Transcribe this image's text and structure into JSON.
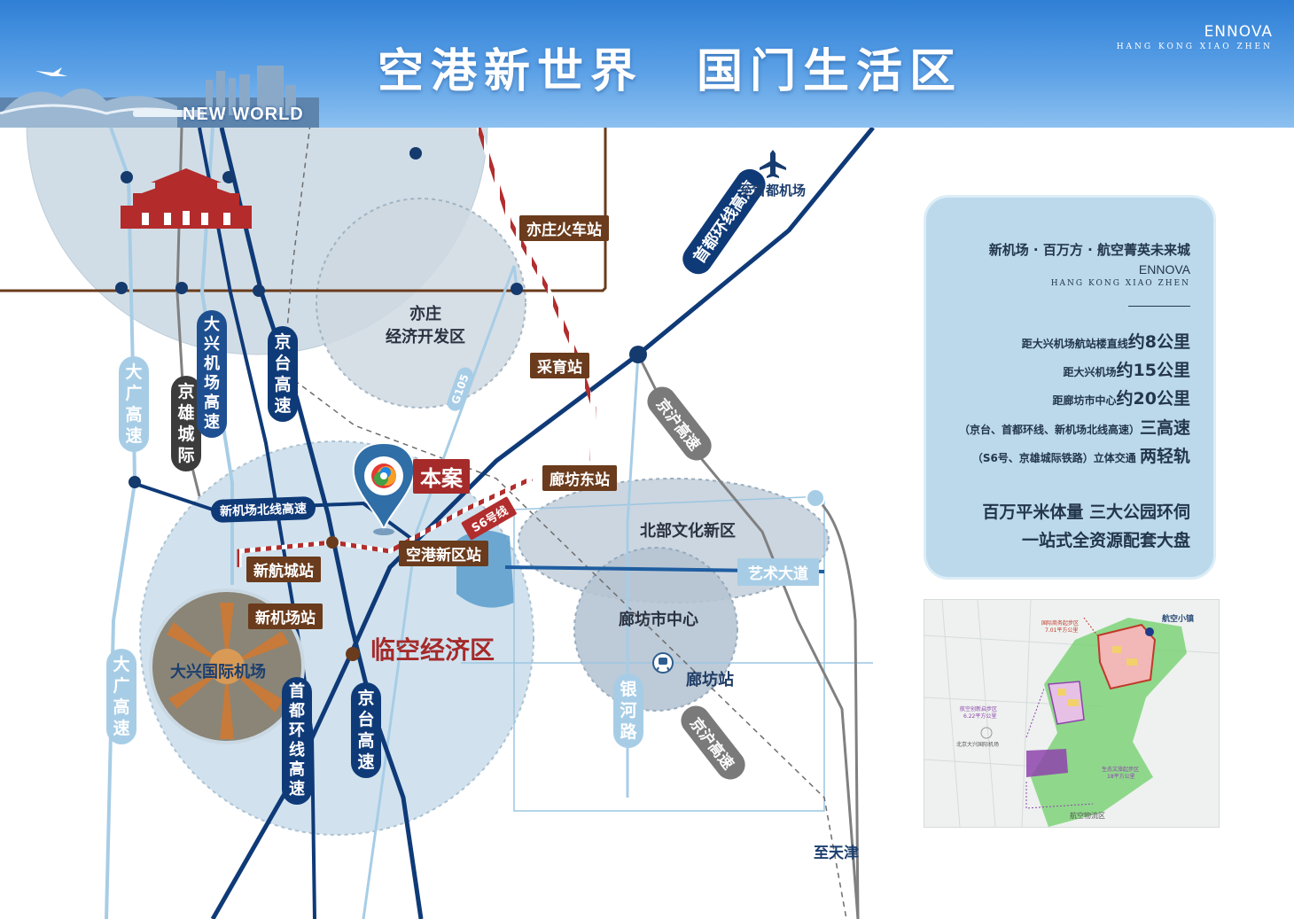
{
  "header": {
    "title": "空港新世界　国门生活区",
    "brand_name": "ENNOVA",
    "brand_sub": "HANG KONG XIAO ZHEN",
    "skyline_text": "NEW WORLD"
  },
  "map": {
    "stations": {
      "yizhuang_rail": "亦庄火车站",
      "caiyu": "采育站",
      "langfang_east": "廊坊东站",
      "konggang": "空港新区站",
      "xinhangcheng": "新航城站",
      "new_airport": "新机场站",
      "langfang": "廊坊站"
    },
    "areas": {
      "yizhuang": "亦庄\n经济开发区",
      "north_culture": "北部文化新区",
      "langfang_center": "廊坊市中心",
      "linkong": "临空经济区",
      "daxing_airport": "大兴国际机场"
    },
    "highways": {
      "daguang_top": "大广高速",
      "jingxiong": "京雄城际",
      "daxing_airport_expy": "大兴机场高速",
      "jingtai_top": "京台高速",
      "jingtai_bottom": "京台高速",
      "capital_ring": "首都环线高速",
      "capital_ring_bottom": "首都环线高速",
      "jinghu_top": "京沪高速",
      "jinghu_bottom": "京沪高速",
      "north_line": "新机场北线高速",
      "g105": "G105",
      "s6": "S6号线",
      "daguang_bottom": "大广高速",
      "yinhe": "银河路",
      "yishu": "艺术大道"
    },
    "destinations": {
      "to_capital_airport": "至首都机场",
      "to_tianjin": "至天津"
    },
    "project": "本案"
  },
  "info_panel": {
    "tagline": "新机场 · 百万方 · 航空菁英未来城",
    "brand_name": "ENNOVA",
    "brand_sub": "HANG KONG XIAO ZHEN",
    "lines": [
      {
        "small": "距大兴机场航站楼直线",
        "big": "约8公里"
      },
      {
        "small": "距大兴机场",
        "big": "约15公里"
      },
      {
        "small": "距廊坊市中心",
        "big": "约20公里"
      },
      {
        "small": "（京台、首都环线、新机场北线高速）",
        "big": "三高速"
      },
      {
        "small": "（S6号、京雄城际铁路）立体交通 ",
        "big": "两轻轨"
      }
    ],
    "summary1": "百万平米体量  三大公园环伺",
    "summary2": "一站式全资源配套大盘"
  },
  "mini_map": {
    "label1": "国际商务起步区",
    "label1b": "7.01平方公里",
    "label2": "航空创新启步区",
    "label2b": "6.22平方公里",
    "label3": "生态文旅起步区",
    "label3b": "18平方公里",
    "label4": "航空物流区",
    "label5": "北京大兴国际机场",
    "logo": "航空小镇"
  },
  "colors": {
    "navy": "#0f3a78",
    "brown": "#6a3b1c",
    "red": "#a52a2a",
    "railred": "#b22d2d",
    "lightblue": "#a7cde6",
    "grey": "#808080"
  }
}
